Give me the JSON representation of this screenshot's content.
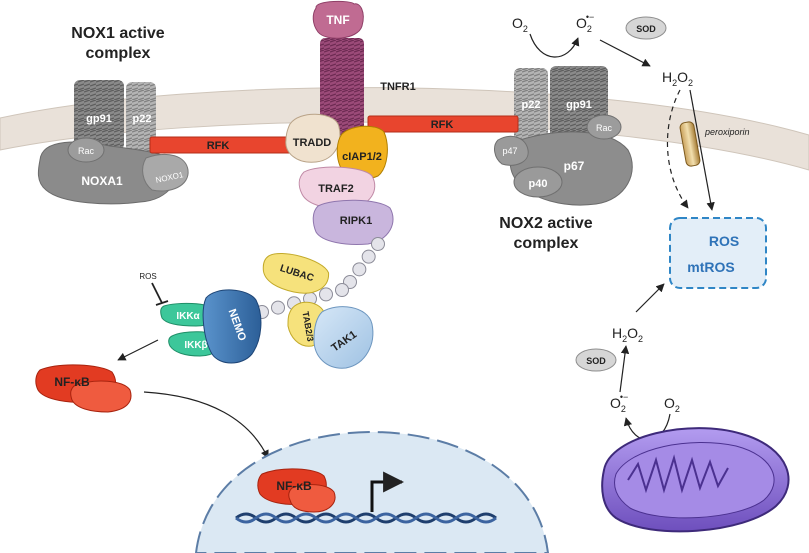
{
  "titles": {
    "nox1_line1": "NOX1 active",
    "nox1_line2": "complex",
    "nox2_line1": "NOX2 active",
    "nox2_line2": "complex"
  },
  "nox1": {
    "gp91": "gp91",
    "p22": "p22",
    "rac": "Rac",
    "noxa1": "NOXA1",
    "noxo1": "NOXO1",
    "rfk": "RFK"
  },
  "nox2": {
    "p22": "p22",
    "gp91": "gp91",
    "rac": "Rac",
    "p47": "p47",
    "p67": "p67",
    "p40": "p40",
    "rfk": "RFK"
  },
  "receptor": {
    "tnf": "TNF",
    "tnfr1": "TNFR1",
    "tradd": "TRADD",
    "ciap": "cIAP1/2",
    "traf2": "TRAF2",
    "ripk1": "RIPK1",
    "lubac": "LUBAC",
    "tab": "TAB2/3",
    "tak1": "TAK1"
  },
  "ikk": {
    "ros": "ROS",
    "ikka": "IKKα",
    "ikkb": "IKKβ",
    "nemo": "NEMO"
  },
  "nfkb": {
    "cyto": "NF-κB",
    "nuclear": "NF-κB"
  },
  "extracellular": {
    "o2": "O",
    "o2_sub": "2",
    "superoxide": "O",
    "superoxide_sub": "2",
    "superoxide_sup": "•−",
    "sod": "SOD",
    "h2o2_a": "H",
    "h2o2_sub1": "2",
    "h2o2_b": "O",
    "h2o2_sub2": "2",
    "peroxiporin": "peroxiporin"
  },
  "ros_box": {
    "ros": "ROS",
    "mtros": "mtROS"
  },
  "mito": {
    "h2o2_a": "H",
    "h2o2_sub1": "2",
    "h2o2_b": "O",
    "h2o2_sub2": "2",
    "sod": "SOD",
    "superoxide": "O",
    "superoxide_sub": "2",
    "superoxide_sup": "•−",
    "o2": "O",
    "o2_sub": "2"
  },
  "colors": {
    "membrane": "#e9e1d9",
    "rfk": "#e8452e",
    "nox_gray": "#8b8b8b",
    "nfkb_red": "#e23b22",
    "ikk_green": "#3cc79a",
    "nemo_blue": "#3e78b5",
    "ros_box_fill": "#e3eef8",
    "ros_box_stroke": "#2f86c6",
    "ros_text": "#2f73b8",
    "mito_purple": "#8b6fd3",
    "nucleus": "#dbe8f3"
  }
}
